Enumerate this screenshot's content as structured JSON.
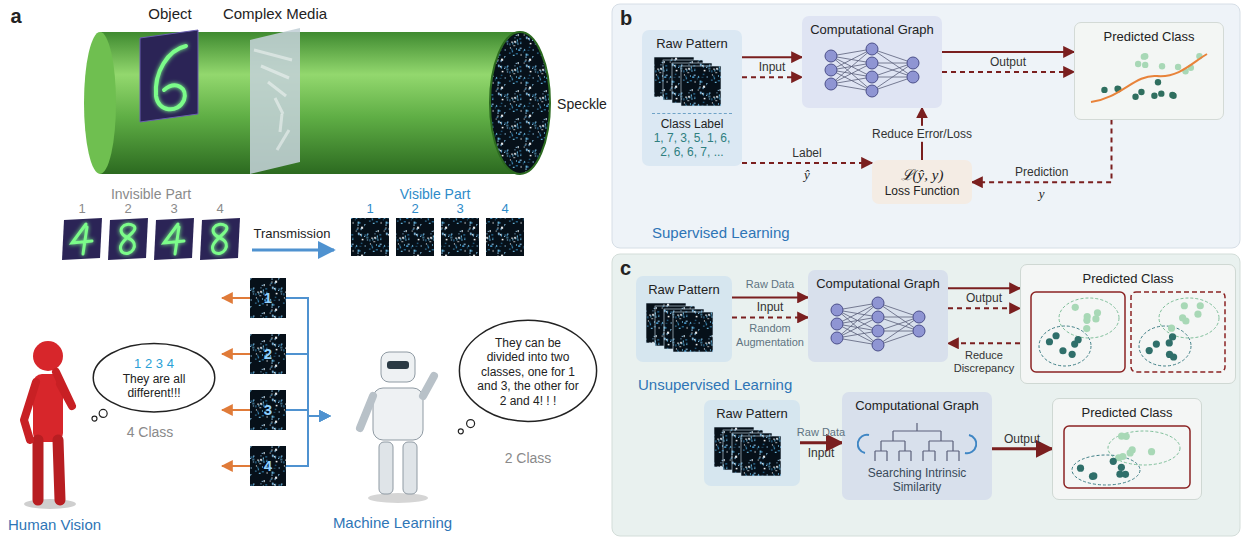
{
  "diagram": {
    "nodes": [
      {
        "text": [
          "1"
        ]
      },
      {
        "text": [
          "2"
        ]
      },
      {
        "text": [
          "3"
        ]
      },
      {
        "text": [
          "4"
        ]
      },
      {
        "text": [
          "Human Vision"
        ]
      },
      {
        "text": [
          "1 2 3 4",
          "They are all different!!!"
        ]
      },
      {
        "text": [
          "Machine Learning"
        ]
      },
      {
        "text": [
          "They can be divided into two classes, one for 1 and 3, the other for 2 and 4! ! !"
        ]
      },
      {
        "text": [
          "b",
          "Supervised Learning"
        ]
      },
      {
        "text": [
          "Raw Pattern",
          "Class Label",
          "1, 7, 3, 5, 1, 6, 2, 6, 6, 7, ..."
        ],
        "in": 8
      },
      {
        "text": [
          "Computational Graph"
        ],
        "in": 8
      },
      {
        "text": [
          "Predicted Class"
        ],
        "in": 8
      },
      {
        "text": [
          "ℒ(ŷ, y)",
          "Loss Function"
        ],
        "in": 8
      },
      {
        "text": [
          "c",
          "Unsupervised Learning"
        ]
      },
      {
        "text": [
          "Raw Pattern"
        ],
        "in": 13
      },
      {
        "text": [
          "Computational Graph"
        ],
        "in": 13
      },
      {
        "text": [
          "Predicted Class"
        ],
        "in": 13
      },
      {
        "text": [
          "Raw Pattern"
        ],
        "in": 13
      },
      {
        "text": [
          "Computational Graph",
          "Searching Intrinsic Similarity"
        ],
        "in": 13
      },
      {
        "text": [
          "Predicted Class"
        ],
        "in": 13
      }
    ],
    "edges": [
      {
        "from": 0,
        "to": 4,
        "arrow": "to"
      },
      {
        "from": 1,
        "to": 4,
        "arrow": "to"
      },
      {
        "from": 2,
        "to": 4,
        "arrow": "to"
      },
      {
        "from": 3,
        "to": 4,
        "arrow": "to"
      },
      {
        "from": 0,
        "to": 6,
        "arrow": "to"
      },
      {
        "from": 1,
        "to": 6,
        "arrow": "to"
      },
      {
        "from": 2,
        "to": 6,
        "arrow": "to"
      },
      {
        "from": 3,
        "to": 6,
        "arrow": "to"
      },
      {
        "from": 9,
        "to": 10,
        "label": "Input",
        "arrow": "to"
      },
      {
        "from": 10,
        "to": 11,
        "label": "Output",
        "arrow": "to"
      },
      {
        "from": 11,
        "to": 12,
        "label": "Prediction",
        "arrow": "to"
      },
      {
        "from": 9,
        "to": 12,
        "label": "Label",
        "arrow": "to"
      },
      {
        "from": 12,
        "to": 10,
        "label": "Reduce Error/Loss",
        "arrow": "to"
      },
      {
        "from": 14,
        "to": 15,
        "label": "Input",
        "arrow": "to"
      },
      {
        "from": 15,
        "to": 16,
        "label": "Output",
        "arrow": "to"
      },
      {
        "from": 16,
        "to": 15,
        "label": "Reduce Discrepancy",
        "arrow": "to"
      },
      {
        "from": 17,
        "to": 18,
        "label": "Input",
        "arrow": "to"
      },
      {
        "from": 18,
        "to": 19,
        "label": "Output",
        "arrow": "to"
      }
    ],
    "labels": [
      "a",
      "Object",
      "Complex Media",
      "Speckle",
      "Invisible Part",
      "1",
      "2",
      "3",
      "4",
      "Transmission",
      "Visible Part",
      "1",
      "2",
      "3",
      "4",
      "4 Class",
      "2 Class",
      "ŷ",
      "y",
      "Raw Data",
      "Random Augmentation",
      "Raw Data"
    ]
  }
}
